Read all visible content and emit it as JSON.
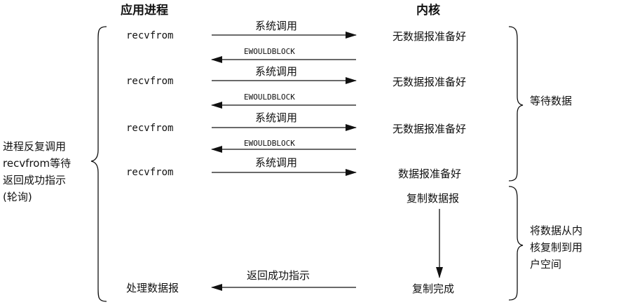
{
  "headers": {
    "app": "应用进程",
    "kernel": "内核"
  },
  "rows": [
    {
      "app": "recvfrom",
      "call": "系统调用",
      "kernel": "无数据报准备好",
      "reply": "EWOULDBLOCK"
    },
    {
      "app": "recvfrom",
      "call": "系统调用",
      "kernel": "无数据报准备好",
      "reply": "EWOULDBLOCK"
    },
    {
      "app": "recvfrom",
      "call": "系统调用",
      "kernel": "无数据报准备好",
      "reply": "EWOULDBLOCK"
    },
    {
      "app": "recvfrom",
      "call": "系统调用",
      "kernel": "数据报准备好"
    }
  ],
  "copy": {
    "start": "复制数据报",
    "end": "复制完成"
  },
  "final": {
    "app": "处理数据报",
    "reply": "返回成功指示"
  },
  "left_note": [
    "进程反复调用",
    "recvfrom等待",
    "返回成功指示",
    "(轮询)"
  ],
  "right_wait": "等待数据",
  "right_copy": [
    "将数据从内",
    "核复制到用",
    "户空间"
  ]
}
